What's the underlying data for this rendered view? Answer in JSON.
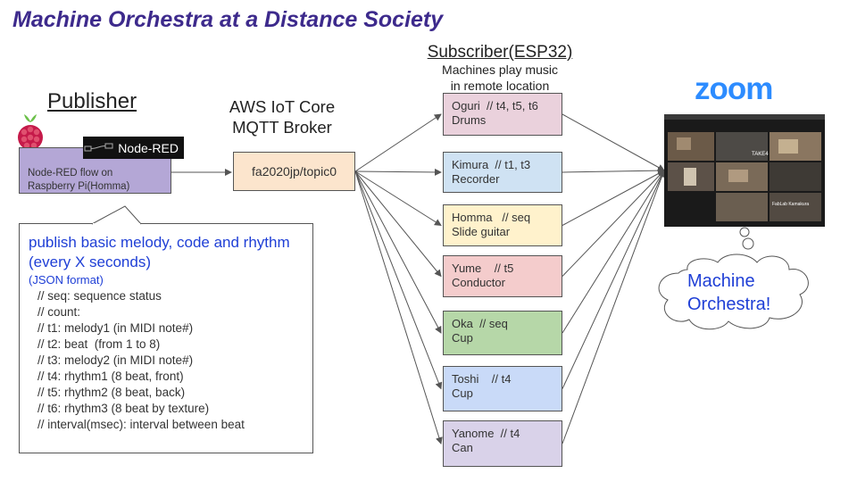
{
  "title": "Machine Orchestra at a Distance Society",
  "publisher": {
    "heading": "Publisher",
    "logo_text": "Node-RED",
    "box_lines": [
      "Node-RED flow on",
      "Raspberry Pi(Homma)"
    ]
  },
  "broker": {
    "heading_lines": [
      "AWS IoT Core",
      "MQTT Broker"
    ],
    "topic": "fa2020jp/topic0"
  },
  "subscriber": {
    "heading": "Subscriber(ESP32)",
    "caption_lines": [
      "Machines play music",
      "in remote location"
    ],
    "machines": [
      {
        "line1": "Oguri  // t4, t5, t6",
        "line2": "Drums",
        "color": "#ead1dc"
      },
      {
        "line1": "Kimura  // t1, t3",
        "line2": "Recorder",
        "color": "#cfe2f3"
      },
      {
        "line1": "Homma   // seq",
        "line2": "Slide guitar",
        "color": "#fff2cc"
      },
      {
        "line1": "Yume    // t5",
        "line2": "Conductor",
        "color": "#f4cccc"
      },
      {
        "line1": "Oka  // seq",
        "line2": "Cup",
        "color": "#b6d7a8"
      },
      {
        "line1": "Toshi    // t4",
        "line2": "Cup",
        "color": "#c9daf8"
      },
      {
        "line1": "Yanome  // t4",
        "line2": "Can",
        "color": "#d9d2e9"
      }
    ]
  },
  "zoom": {
    "logo": "zoom",
    "screen_labels": [
      "TAKE4",
      "FabLab Kamakura"
    ]
  },
  "note": {
    "headline": "publish basic melody, code and rhythm (every X seconds)",
    "format": "(JSON format)",
    "lines": [
      "// seq: sequence status",
      "// count:",
      "// t1: melody1 (in MIDI note#)",
      "// t2: beat  (from 1 to 8)",
      "// t3: melody2 (in MIDI note#)",
      "// t4: rhythm1 (8 beat, front)",
      "// t5: rhythm2 (8 beat, back)",
      "// t6: rhythm3 (8 beat by texture)",
      "// interval(msec): interval between beat"
    ]
  },
  "cloud": {
    "lines": [
      "Machine",
      "Orchestra!"
    ]
  }
}
